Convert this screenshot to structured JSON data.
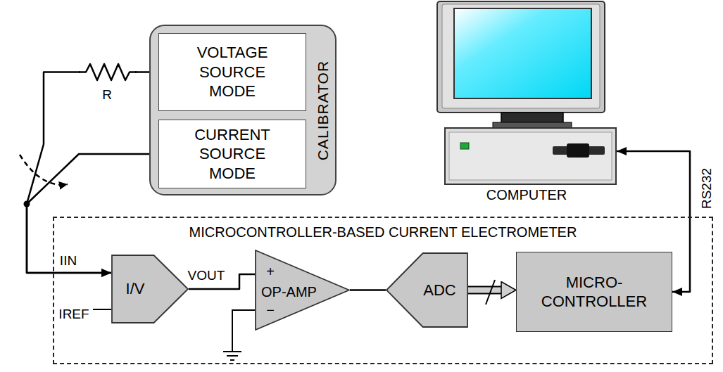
{
  "diagram": {
    "nodes": [
      {
        "text": [
          "CALIBRATOR"
        ]
      },
      {
        "text": [
          "VOLTAGE SOURCE MODE"
        ],
        "in": 0
      },
      {
        "text": [
          "CURRENT SOURCE MODE"
        ],
        "in": 0
      },
      {
        "text": [
          "COMPUTER"
        ]
      },
      {
        "text": [
          "MICROCONTROLLER-BASED CURRENT ELECTROMETER"
        ]
      },
      {
        "text": [
          "I/V"
        ],
        "in": 4
      },
      {
        "text": [
          "OP-AMP"
        ],
        "in": 4
      },
      {
        "text": [
          "ADC"
        ],
        "in": 4
      },
      {
        "text": [
          "MICRO- CONTROLLER"
        ],
        "in": 4
      }
    ],
    "edges": [
      {
        "from": 1,
        "to": 5,
        "arrow": "to"
      },
      {
        "from": 2,
        "to": 5,
        "arrow": "to"
      },
      {
        "from": 5,
        "to": 6,
        "label": "VOUT",
        "arrow": "none"
      },
      {
        "from": 6,
        "to": 7,
        "arrow": "none"
      },
      {
        "from": 7,
        "to": 8,
        "arrow": "to"
      },
      {
        "from": 8,
        "to": 3,
        "label": "RS232",
        "arrow": "both"
      }
    ],
    "labels": [
      "R",
      "IIN",
      "IREF",
      "+",
      "−"
    ]
  }
}
